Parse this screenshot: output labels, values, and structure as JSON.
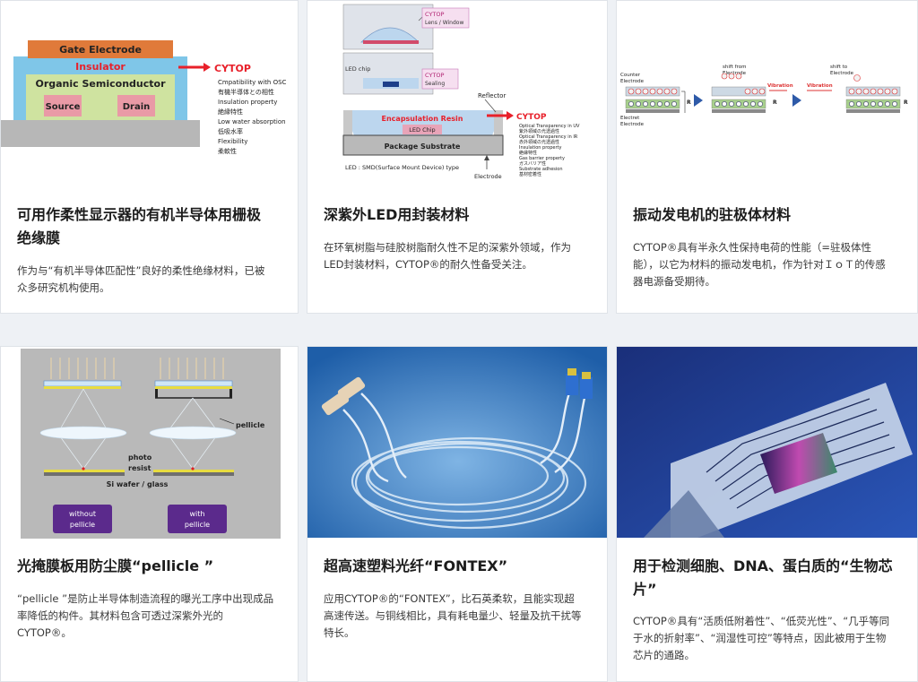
{
  "cards": [
    {
      "title": "可用作柔性显示器的有机半导体用栅极绝缘膜",
      "desc": "作为与“有机半导体匹配性”良好的柔性绝缘材料，已被众多研究机构使用。",
      "figure": {
        "gate": "Gate Electrode",
        "insulator": "Insulator",
        "osc": "Organic Semiconductor",
        "source": "Source",
        "drain": "Drain",
        "cytop": "CYTOP",
        "notes": [
          "Cmpatibility with OSC",
          "有機半導体との相性",
          "Insulation property",
          "絶縁特性",
          "Low water absorption",
          "低吸水率",
          "Flexibility",
          "柔軟性"
        ]
      }
    },
    {
      "title": "深紫外LED用封装材料",
      "desc": "在环氧树脂与硅胶树脂耐久性不足的深紫外领域，作为LED封装材料，CYTOP®的耐久性备受关注。",
      "figure": {
        "cytop_lens": "CYTOP",
        "lens_window": "Lens / Window",
        "led_chip": "LED chip",
        "cytop_sealing": "CYTOP",
        "sealing": "Sealing",
        "reflector": "Reflector",
        "encap": "Encapsulation Resin",
        "led_chip2": "LED Chip",
        "substrate": "Package Substrate",
        "cytop": "CYTOP",
        "notes": [
          "Optical Transparency in UV",
          "紫外領域の光透過性",
          "Optical Transparency in IR",
          "赤外領域の光透過性",
          "Insulation property",
          "絶縁特性",
          "Gas barrier property",
          "ガスバリア性",
          "Substrate adhesion",
          "基材密着性"
        ],
        "electrode": "Electrode",
        "caption": "LED : SMD(Surface Mount Device) type"
      }
    },
    {
      "title": "振动发电机的驻极体材料",
      "desc": "CYTOP®具有半永久性保持电荷的性能（=驻极体性能），以它为材料的振动发电机，作为针对ＩｏＴ的传感器电源备受期待。",
      "figure": {
        "counter": "Counter",
        "electrode": "Electrode",
        "electret": "Electret",
        "shift_from": "shift from",
        "shift_to": "shift to",
        "vibration": "Vibration",
        "r": "R"
      }
    },
    {
      "title": "光掩膜板用防尘膜“pellicle ”",
      "desc": "“pellicle ”是防止半导体制造流程的曝光工序中出现成品率降低的构件。其材料包含可透过深紫外光的CYTOP®。",
      "figure": {
        "pellicle": "pellicle",
        "photo": "photo",
        "resist": "resist",
        "wafer": "Si wafer / glass",
        "without_1": "without",
        "without_2": "pellicle",
        "with_1": "with",
        "with_2": "pellicle"
      }
    },
    {
      "title": "超高速塑料光纤“FONTEX”",
      "desc": "应用CYTOP®的“FONTEX”，比石英柔软，且能实现超高速传送。与铜线相比，具有耗电量少、轻量及抗干扰等特长。"
    },
    {
      "title": "用于检测细胞、DNA、蛋白质的“生物芯片”",
      "desc": "CYTOP®具有“活质低附着性”、“低荧光性”、“几乎等同于水的折射率”、“润湿性可控”等特点，因此被用于生物芯片的通路。"
    }
  ],
  "colors": {
    "accent_red": "#e8202a",
    "gate_orange": "#e07a3a",
    "insulator_blue": "#7fc6e8",
    "osc_green": "#cfe3a0",
    "pink": "#e99aa6",
    "purple": "#5b2a8c",
    "fiber_bg": "#3a7fc0",
    "chip_bg": "#1c3a8a"
  }
}
